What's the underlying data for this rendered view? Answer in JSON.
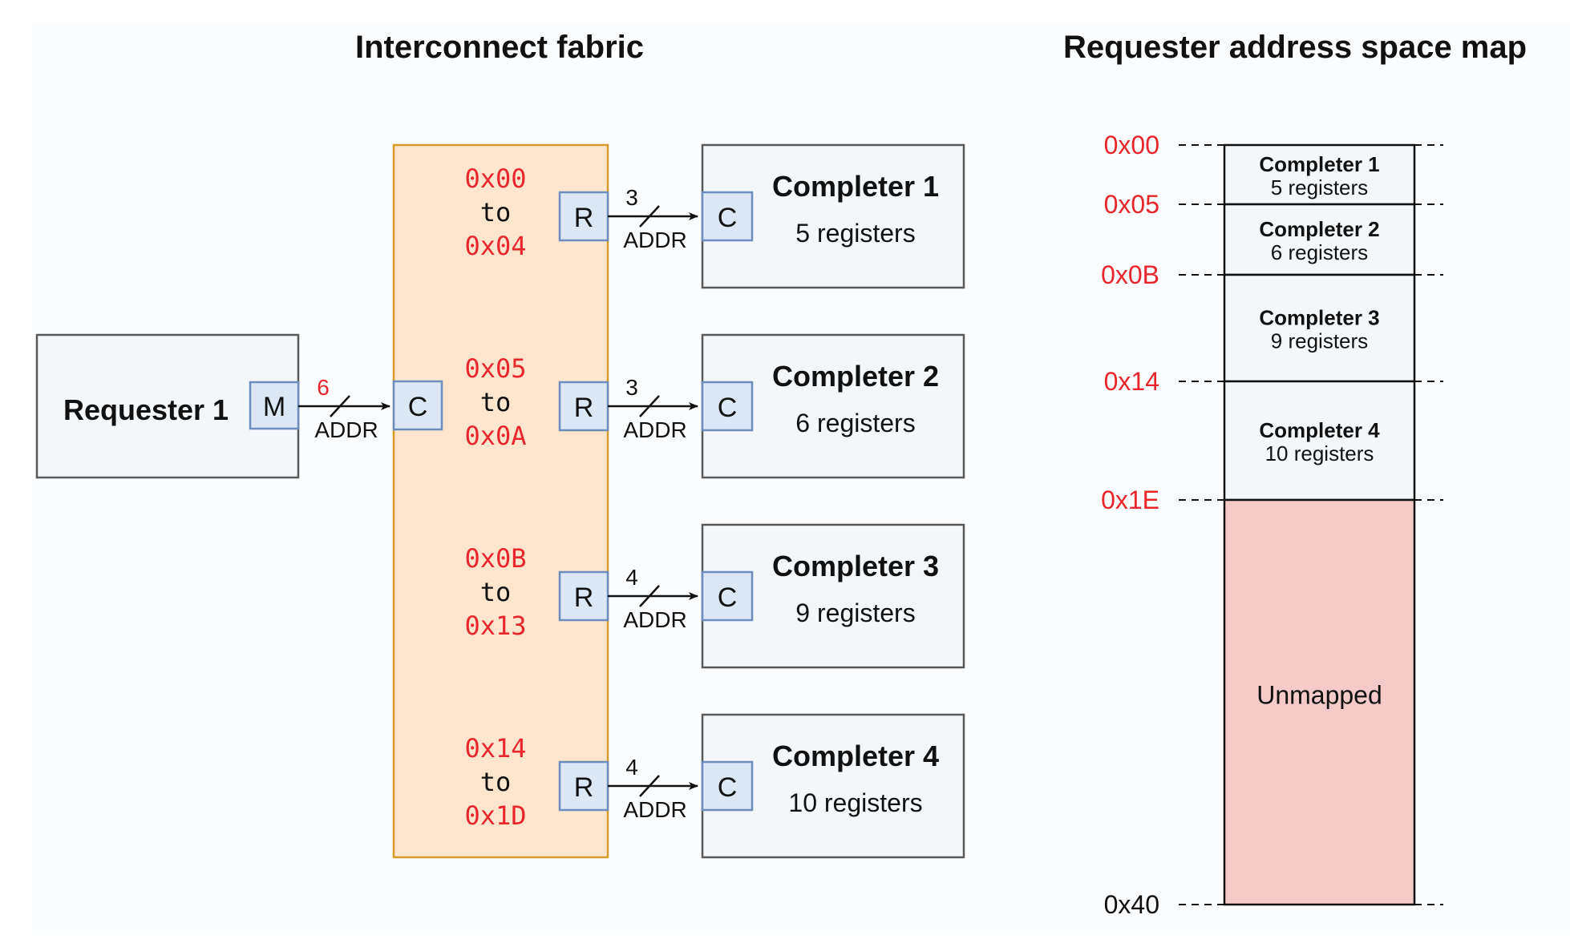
{
  "colors": {
    "background": "#fbfcfd",
    "box_fill": "#f4f7f9",
    "box_stroke": "#595959",
    "port_fill": "#dbe7f5",
    "port_stroke": "#6c8ebf",
    "fabric_fill": "#fde6cd",
    "fabric_stroke": "#d79b2a",
    "address_red": "#e8262c",
    "unmapped_fill": "#f5cbca",
    "text": "#111111"
  },
  "interconnect": {
    "title": "Interconnect fabric",
    "requester": {
      "label": "Requester 1",
      "port": "M",
      "bus_width": "6",
      "bus_label": "ADDR"
    },
    "fabric_port": "C",
    "routes": [
      {
        "start": "0x00",
        "to": "to",
        "end": "0x04",
        "port": "R",
        "bus_width": "3",
        "bus_label": "ADDR",
        "completer": {
          "port": "C",
          "name": "Completer 1",
          "registers": "5 registers"
        }
      },
      {
        "start": "0x05",
        "to": "to",
        "end": "0x0A",
        "port": "R",
        "bus_width": "3",
        "bus_label": "ADDR",
        "completer": {
          "port": "C",
          "name": "Completer 2",
          "registers": "6 registers"
        }
      },
      {
        "start": "0x0B",
        "to": "to",
        "end": "0x13",
        "port": "R",
        "bus_width": "4",
        "bus_label": "ADDR",
        "completer": {
          "port": "C",
          "name": "Completer 3",
          "registers": "9 registers"
        }
      },
      {
        "start": "0x14",
        "to": "to",
        "end": "0x1D",
        "port": "R",
        "bus_width": "4",
        "bus_label": "ADDR",
        "completer": {
          "port": "C",
          "name": "Completer 4",
          "registers": "10 registers"
        }
      }
    ]
  },
  "address_map": {
    "title": "Requester address space map",
    "boundaries": [
      {
        "label": "0x00",
        "value": 0,
        "highlight": true
      },
      {
        "label": "0x05",
        "value": 5,
        "highlight": true
      },
      {
        "label": "0x0B",
        "value": 11,
        "highlight": true
      },
      {
        "label": "0x14",
        "value": 20,
        "highlight": true
      },
      {
        "label": "0x1E",
        "value": 30,
        "highlight": true
      },
      {
        "label": "0x40",
        "value": 64,
        "highlight": false
      }
    ],
    "regions": [
      {
        "name": "Completer 1",
        "registers": "5 registers",
        "start": 0,
        "end": 5,
        "mapped": true
      },
      {
        "name": "Completer 2",
        "registers": "6 registers",
        "start": 5,
        "end": 11,
        "mapped": true
      },
      {
        "name": "Completer 3",
        "registers": "9 registers",
        "start": 11,
        "end": 20,
        "mapped": true
      },
      {
        "name": "Completer 4",
        "registers": "10 registers",
        "start": 20,
        "end": 30,
        "mapped": true
      },
      {
        "name": "Unmapped",
        "registers": "",
        "start": 30,
        "end": 64,
        "mapped": false
      }
    ]
  }
}
